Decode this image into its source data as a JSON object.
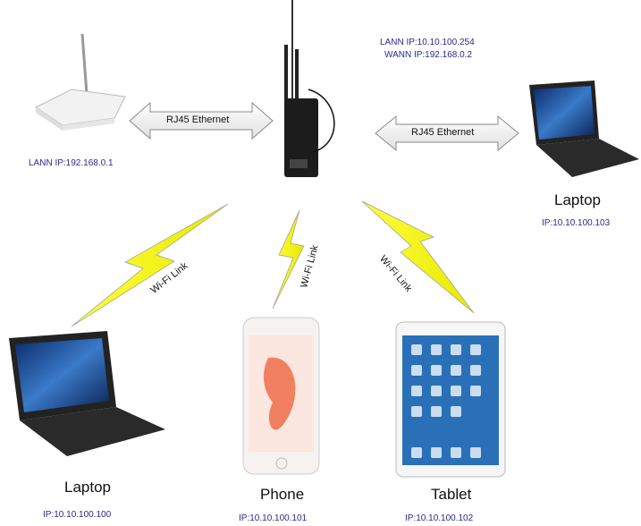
{
  "router_gateway": {
    "ip": "LANN IP:192.168.0.1"
  },
  "central_router": {
    "lan_ip": "LANN IP:10.10.100.254",
    "wan_ip": "WANN IP:192.168.0.2"
  },
  "links": {
    "ethernet_left": "RJ45 Ethernet",
    "ethernet_right": "RJ45 Ethernet",
    "wifi_left": "Wi-Fi Link",
    "wifi_middle": "Wi-Fi Link",
    "wifi_right": "Wi-Fi Link"
  },
  "devices": {
    "laptop_right": {
      "name": "Laptop",
      "ip": "IP:10.10.100.103"
    },
    "laptop_left": {
      "name": "Laptop",
      "ip": "IP:10.10.100.100"
    },
    "phone": {
      "name": "Phone",
      "ip": "IP:10.10.100.101"
    },
    "tablet": {
      "name": "Tablet",
      "ip": "IP:10.10.100.102"
    }
  }
}
